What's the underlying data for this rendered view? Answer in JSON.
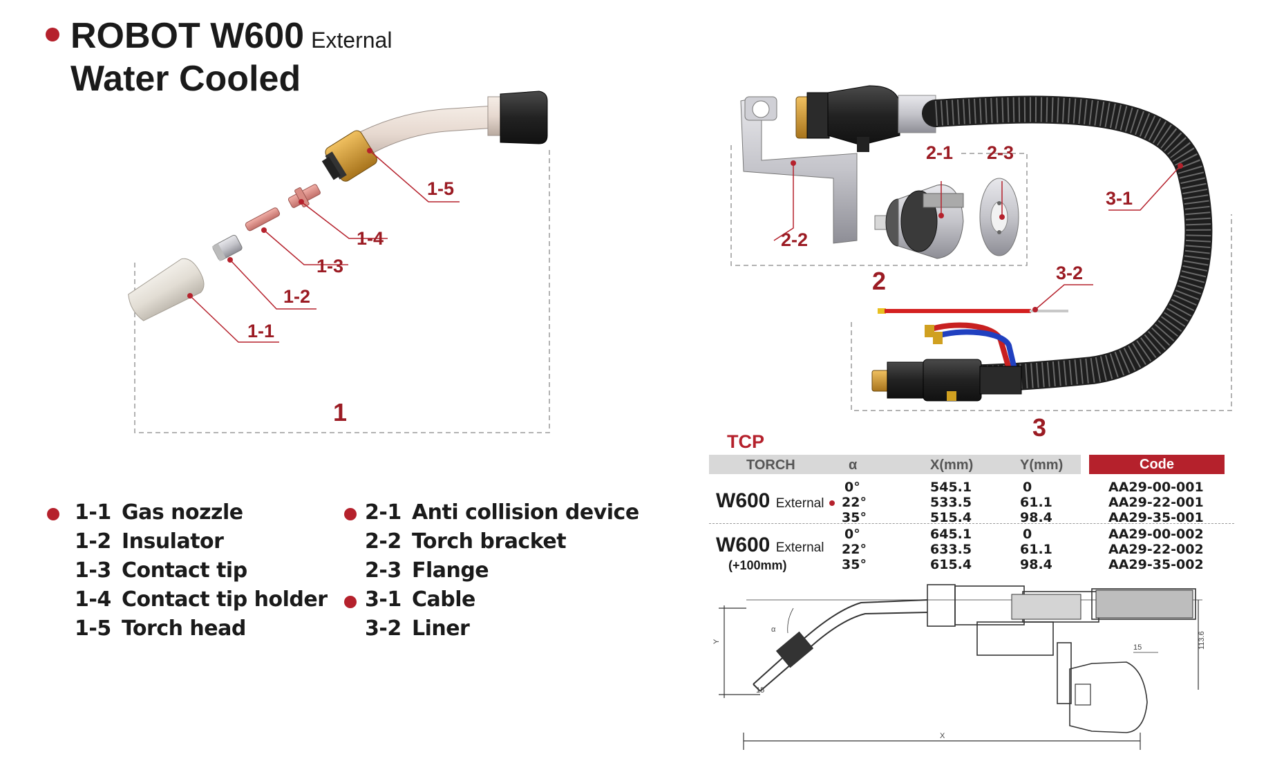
{
  "title": {
    "line1": "ROBOT W600",
    "line1_suffix": "External",
    "line2": "Water Cooled"
  },
  "callouts": {
    "c1_1": "1-1",
    "c1_2": "1-2",
    "c1_3": "1-3",
    "c1_4": "1-4",
    "c1_5": "1-5",
    "c2_1": "2-1",
    "c2_2": "2-2",
    "c2_3": "2-3",
    "c3_1": "3-1",
    "c3_2": "3-2"
  },
  "groups": {
    "g1": "1",
    "g2": "2",
    "g3": "3"
  },
  "legend": [
    {
      "code": "1-1",
      "name": "Gas nozzle"
    },
    {
      "code": "1-2",
      "name": "Insulator"
    },
    {
      "code": "1-3",
      "name": "Contact tip"
    },
    {
      "code": "1-4",
      "name": "Contact tip holder"
    },
    {
      "code": "1-5",
      "name": "Torch head"
    },
    {
      "code": "2-1",
      "name": "Anti collision device"
    },
    {
      "code": "2-2",
      "name": "Torch bracket"
    },
    {
      "code": "2-3",
      "name": "Flange"
    },
    {
      "code": "3-1",
      "name": "Cable"
    },
    {
      "code": "3-2",
      "name": "Liner"
    }
  ],
  "tcp": {
    "title": "TCP",
    "headers": {
      "torch": "TORCH",
      "alpha": "α",
      "x": "X(mm)",
      "y": "Y(mm)",
      "code": "Code"
    },
    "torches": [
      {
        "name": "W600",
        "suffix": "External",
        "sub": "",
        "rows": [
          {
            "alpha": "0°",
            "x": "545.1",
            "y": "0",
            "code": "AA29-00-001"
          },
          {
            "alpha": "22°",
            "x": "533.5",
            "y": "61.1",
            "code": "AA29-22-001"
          },
          {
            "alpha": "35°",
            "x": "515.4",
            "y": "98.4",
            "code": "AA29-35-001"
          }
        ]
      },
      {
        "name": "W600",
        "suffix": "External",
        "sub": "(+100mm)",
        "rows": [
          {
            "alpha": "0°",
            "x": "645.1",
            "y": "0",
            "code": "AA29-00-002"
          },
          {
            "alpha": "22°",
            "x": "633.5",
            "y": "61.1",
            "code": "AA29-22-002"
          },
          {
            "alpha": "35°",
            "x": "615.4",
            "y": "98.4",
            "code": "AA29-35-002"
          }
        ]
      }
    ]
  },
  "drawing_labels": {
    "y": "Y",
    "x": "X",
    "alpha": "α",
    "d15a": "15",
    "d15b": "15",
    "d113": "113.6"
  },
  "colors": {
    "accent": "#b5212c",
    "dark_red": "#9b1b23"
  }
}
